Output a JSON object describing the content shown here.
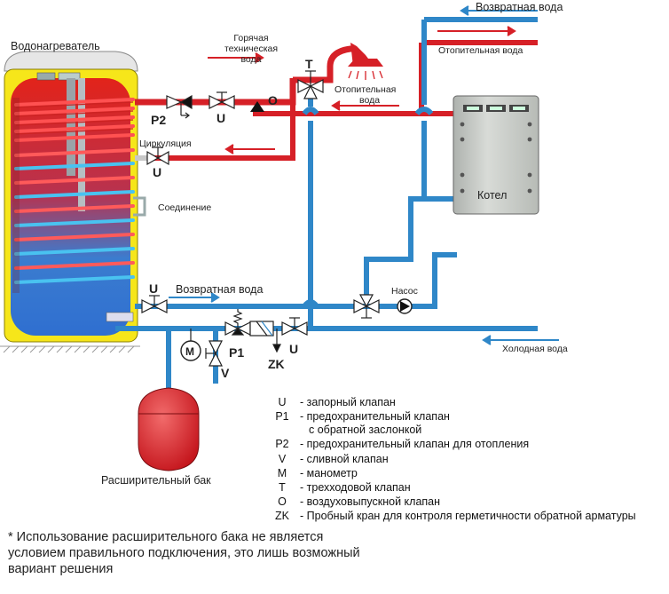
{
  "labels": {
    "water_heater": "Водонагреватель",
    "hot_water": [
      "Горячая",
      "техническая",
      "вода"
    ],
    "return_water_top": "Возвратная вода",
    "heating_water_top": "Отопительная вода",
    "heating_water_mid": [
      "Отопительная",
      "вода"
    ],
    "circulation": "Циркуляция",
    "connection": "Соединение",
    "return_water_mid": "Возвратная вода",
    "pump": "Насос",
    "boiler": "Котел",
    "cold_water": "Холодная вода",
    "expansion_tank": "Расширительный бак"
  },
  "symbols": {
    "T": "T",
    "O": "O",
    "P2": "P2",
    "U": "U",
    "P1": "P1",
    "V": "V",
    "M": "M",
    "ZK": "ZK"
  },
  "legend": [
    {
      "code": "U",
      "desc": "- запорный клапан"
    },
    {
      "code": "P1",
      "desc": "- предохранительный клапан"
    },
    {
      "code": "",
      "desc": "с обратной заслонкой"
    },
    {
      "code": "P2",
      "desc": "- предохранительный клапан для отопления"
    },
    {
      "code": "V",
      "desc": "- сливной клапан"
    },
    {
      "code": "M",
      "desc": "- манометр"
    },
    {
      "code": "T",
      "desc": "- трехходовой клапан"
    },
    {
      "code": "O",
      "desc": "- воздуховыпускной клапан"
    },
    {
      "code": "ZK",
      "desc": "- Пробный кран для контроля герметичности обратной арматуры"
    }
  ],
  "footnote": [
    "* Использование расширительного бака не является",
    "условием правильного подключения, это лишь возможный",
    "вариант решения"
  ],
  "colors": {
    "hot": "#d62027",
    "cold": "#2f87c8",
    "tank_yellow": "#f6e61a",
    "boiler_gray": "#c9ccc9"
  }
}
